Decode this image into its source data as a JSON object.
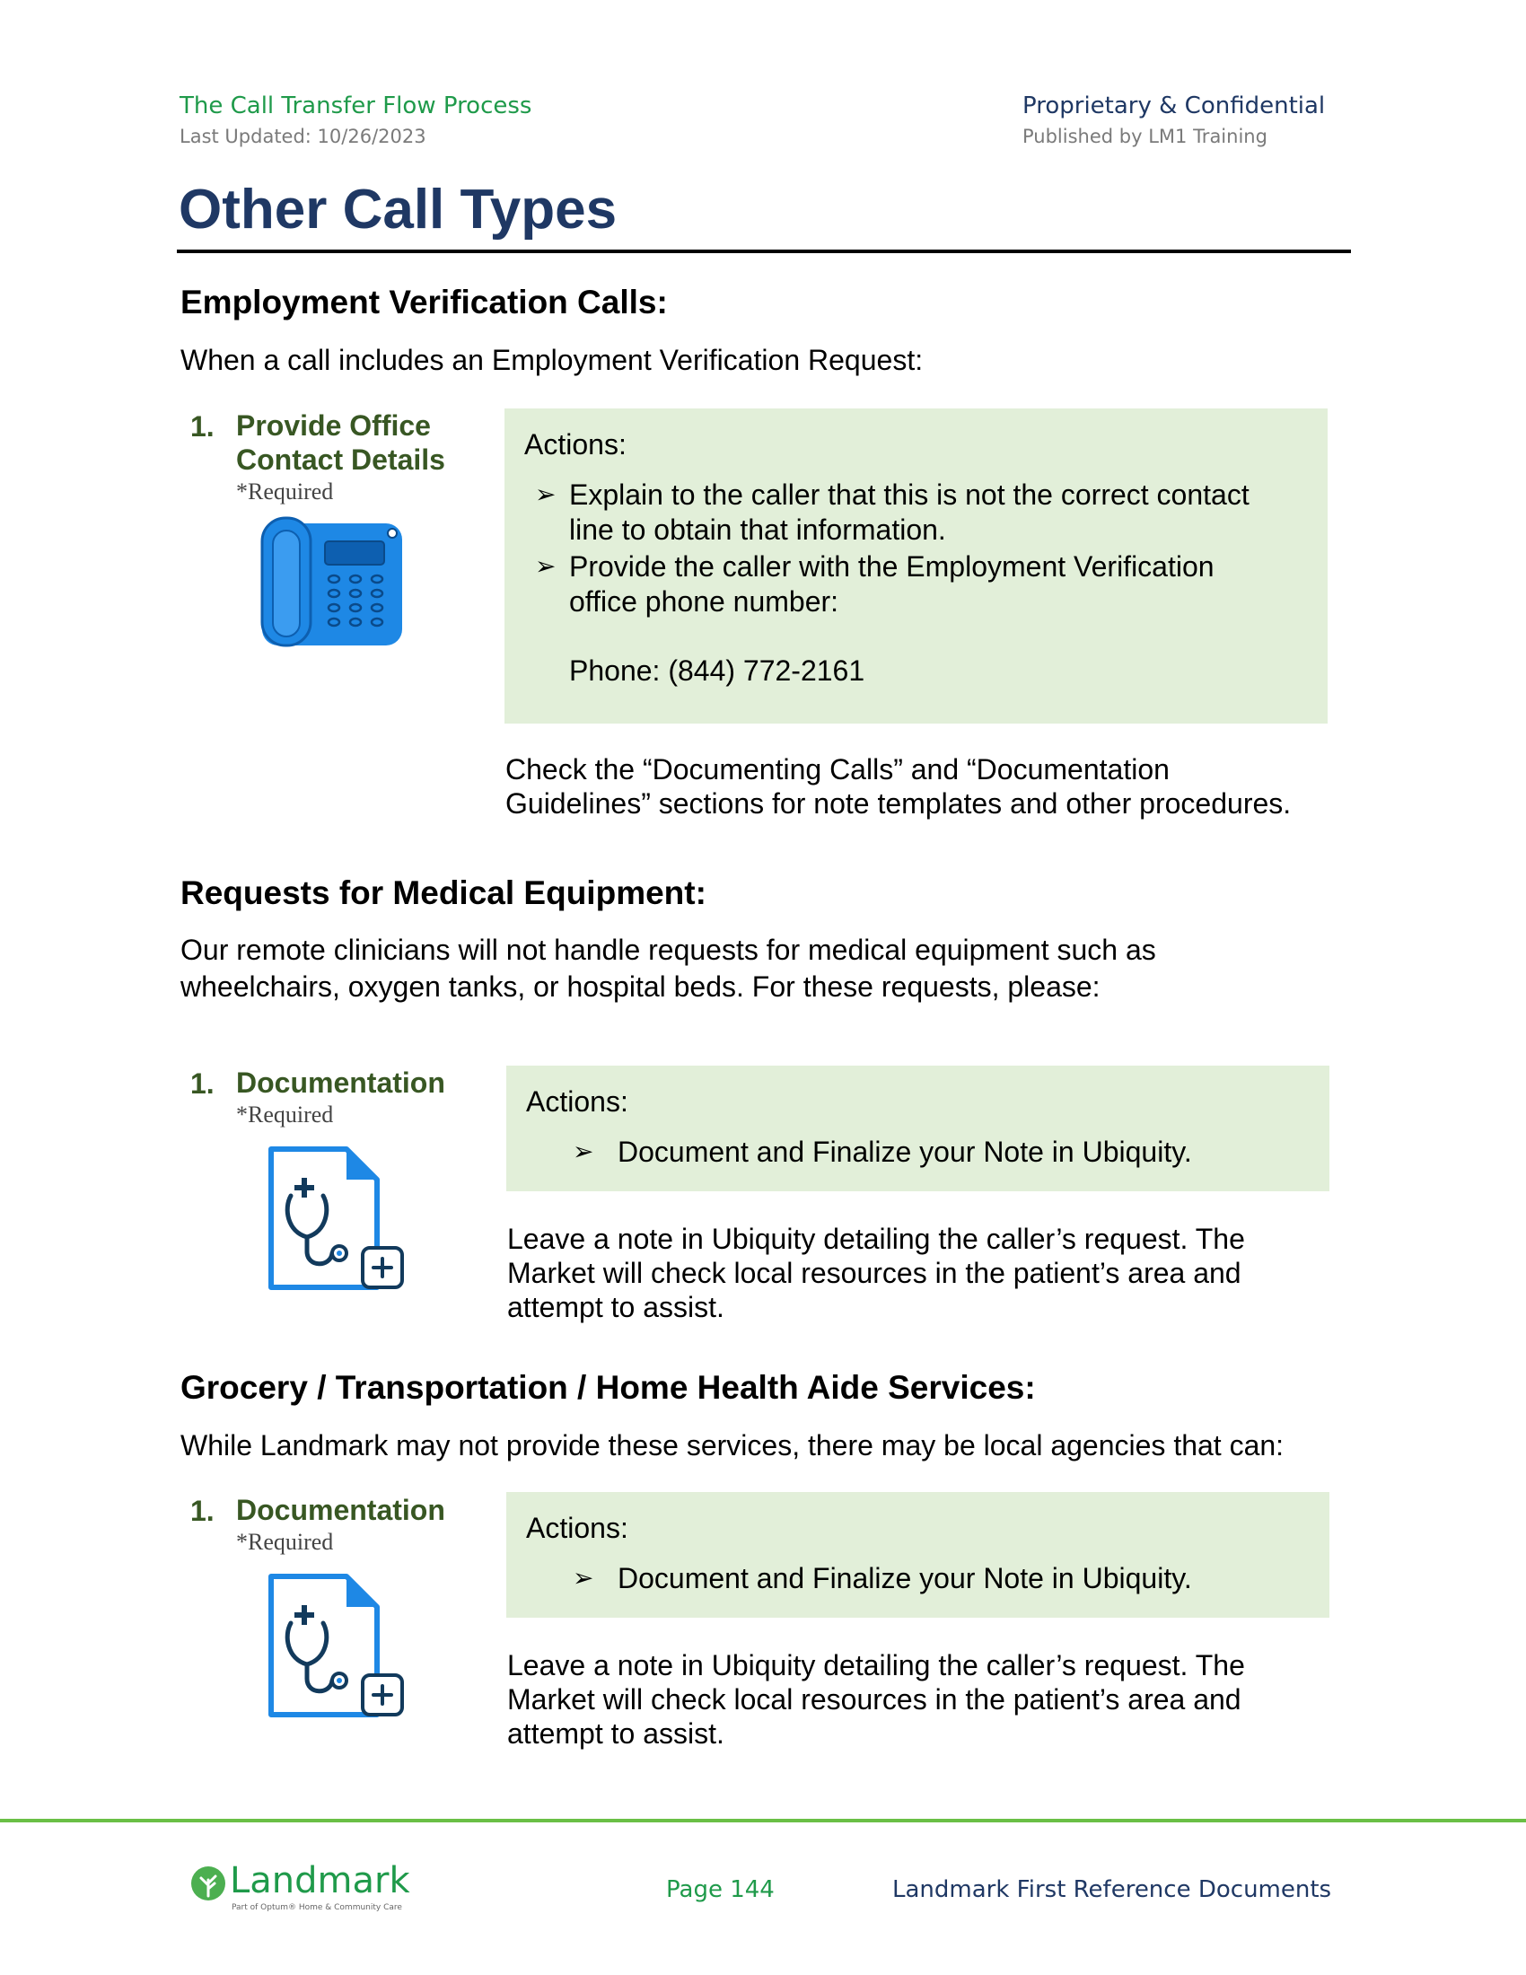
{
  "header": {
    "doc_title": "The Call Transfer Flow Process",
    "last_updated": "Last Updated: 10/26/2023",
    "confidential": "Proprietary & Confidential",
    "published_by": "Published by LM1 Training"
  },
  "page_title": "Other Call Types",
  "sections": {
    "employment": {
      "heading": "Employment Verification Calls:",
      "intro": "When a call includes an Employment Verification Request:",
      "step_num": "1.",
      "step_title_line1": "Provide Office",
      "step_title_line2": "Contact Details",
      "required": "*Required",
      "icon": "desk-phone-icon",
      "actions_label": "Actions:",
      "action1_line1": "Explain to the caller that this is not the correct contact",
      "action1_line2": "line to obtain that information.",
      "action2_line1": "Provide the caller with the Employment Verification",
      "action2_line2": "office phone number:",
      "phone": "Phone: (844) 772-2161",
      "note_line1": "Check the “Documenting Calls” and “Documentation",
      "note_line2": "Guidelines” sections for note templates and other procedures."
    },
    "medical": {
      "heading": "Requests for Medical Equipment:",
      "intro_line1": "Our remote clinicians will not handle requests for medical equipment such as",
      "intro_line2": "wheelchairs, oxygen tanks, or hospital beds. For these requests, please:",
      "step_num": "1.",
      "step_title": "Documentation",
      "required": "*Required",
      "icon": "medical-document-icon",
      "actions_label": "Actions:",
      "action1": "Document and Finalize your Note in Ubiquity.",
      "note_line1": "Leave a note in Ubiquity detailing the caller’s request. The",
      "note_line2": "Market will check local resources in the patient’s area and",
      "note_line3": "attempt to assist."
    },
    "grocery": {
      "heading": "Grocery / Transportation / Home Health Aide Services:",
      "intro": "While Landmark may not provide these services, there may be local agencies that can:",
      "step_num": "1.",
      "step_title": "Documentation",
      "required": "*Required",
      "icon": "medical-document-icon",
      "actions_label": "Actions:",
      "action1": "Document and Finalize your Note in Ubiquity.",
      "note_line1": "Leave a note in Ubiquity detailing the caller’s request. The",
      "note_line2": "Market will check local resources in the patient’s area and",
      "note_line3": "attempt to assist."
    }
  },
  "footer": {
    "logo_text": "Landmark",
    "logo_sub": "Part of Optum® Home & Community Care",
    "page": "Page 144",
    "doc_name": "Landmark First Reference Documents"
  },
  "colors": {
    "title_navy": "#1f3864",
    "step_green": "#385723",
    "header_green": "#1f9a4a",
    "action_bg": "#e2efd9",
    "icon_blue": "#1e88e5",
    "footer_rule": "#6abf45"
  }
}
